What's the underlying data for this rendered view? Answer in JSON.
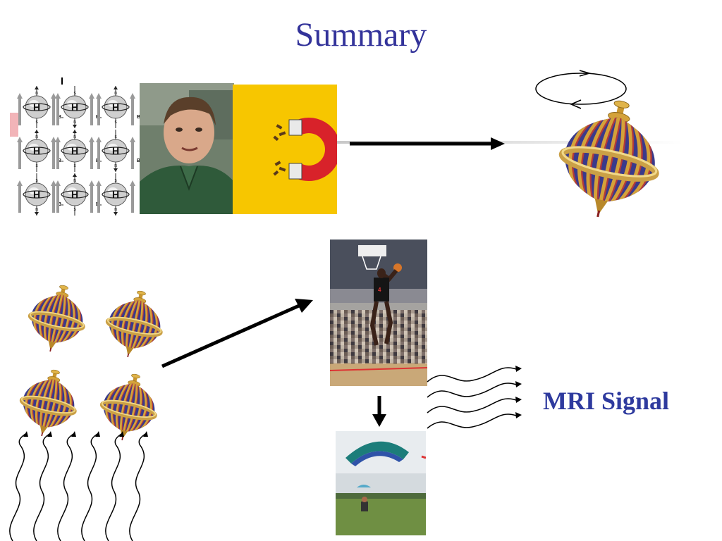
{
  "slide": {
    "title": "Summary",
    "signal_label": "MRI Signal"
  },
  "proton_diagram": {
    "atom_label": "H",
    "pole_north": "N",
    "pole_south": "S",
    "field_label": "B₀"
  },
  "colors": {
    "title": "#33339a",
    "signal_label": "#2e3a9e",
    "magnet_panel": "#f7c600",
    "magnet_red": "#d8222a",
    "top_stripe_gold": "#d4a23a",
    "top_stripe_blue": "#3a3a8a"
  },
  "icons": {
    "magnet": "horseshoe-magnet-icon",
    "spinning_top": "spinning-top-icon",
    "rotation": "rotation-arrow-icon",
    "arrow": "arrow-icon",
    "wave": "radio-wave-icon"
  }
}
